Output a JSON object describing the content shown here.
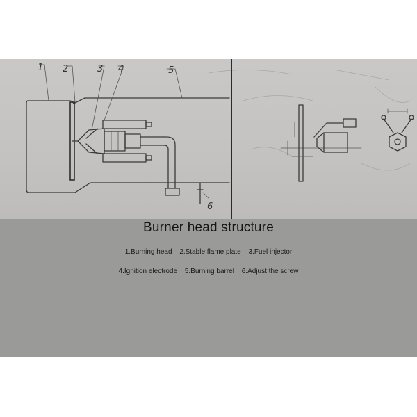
{
  "callouts": [
    "1",
    "2",
    "3",
    "4",
    "5",
    "6"
  ],
  "caption": {
    "title": "Burner head structure",
    "legend_line_1": [
      "1.Burning head",
      "2.Stable flame plate",
      "3.Fuel injector"
    ],
    "legend_line_2": [
      "4.Ignition electrode",
      "5.Burning barrel",
      "6.Adjust the screw"
    ]
  },
  "colors": {
    "page_background": "#ffffff",
    "sheet_background": "#9a9a98",
    "drawing_paper": "#c6c5c3",
    "ink": "#333333"
  }
}
